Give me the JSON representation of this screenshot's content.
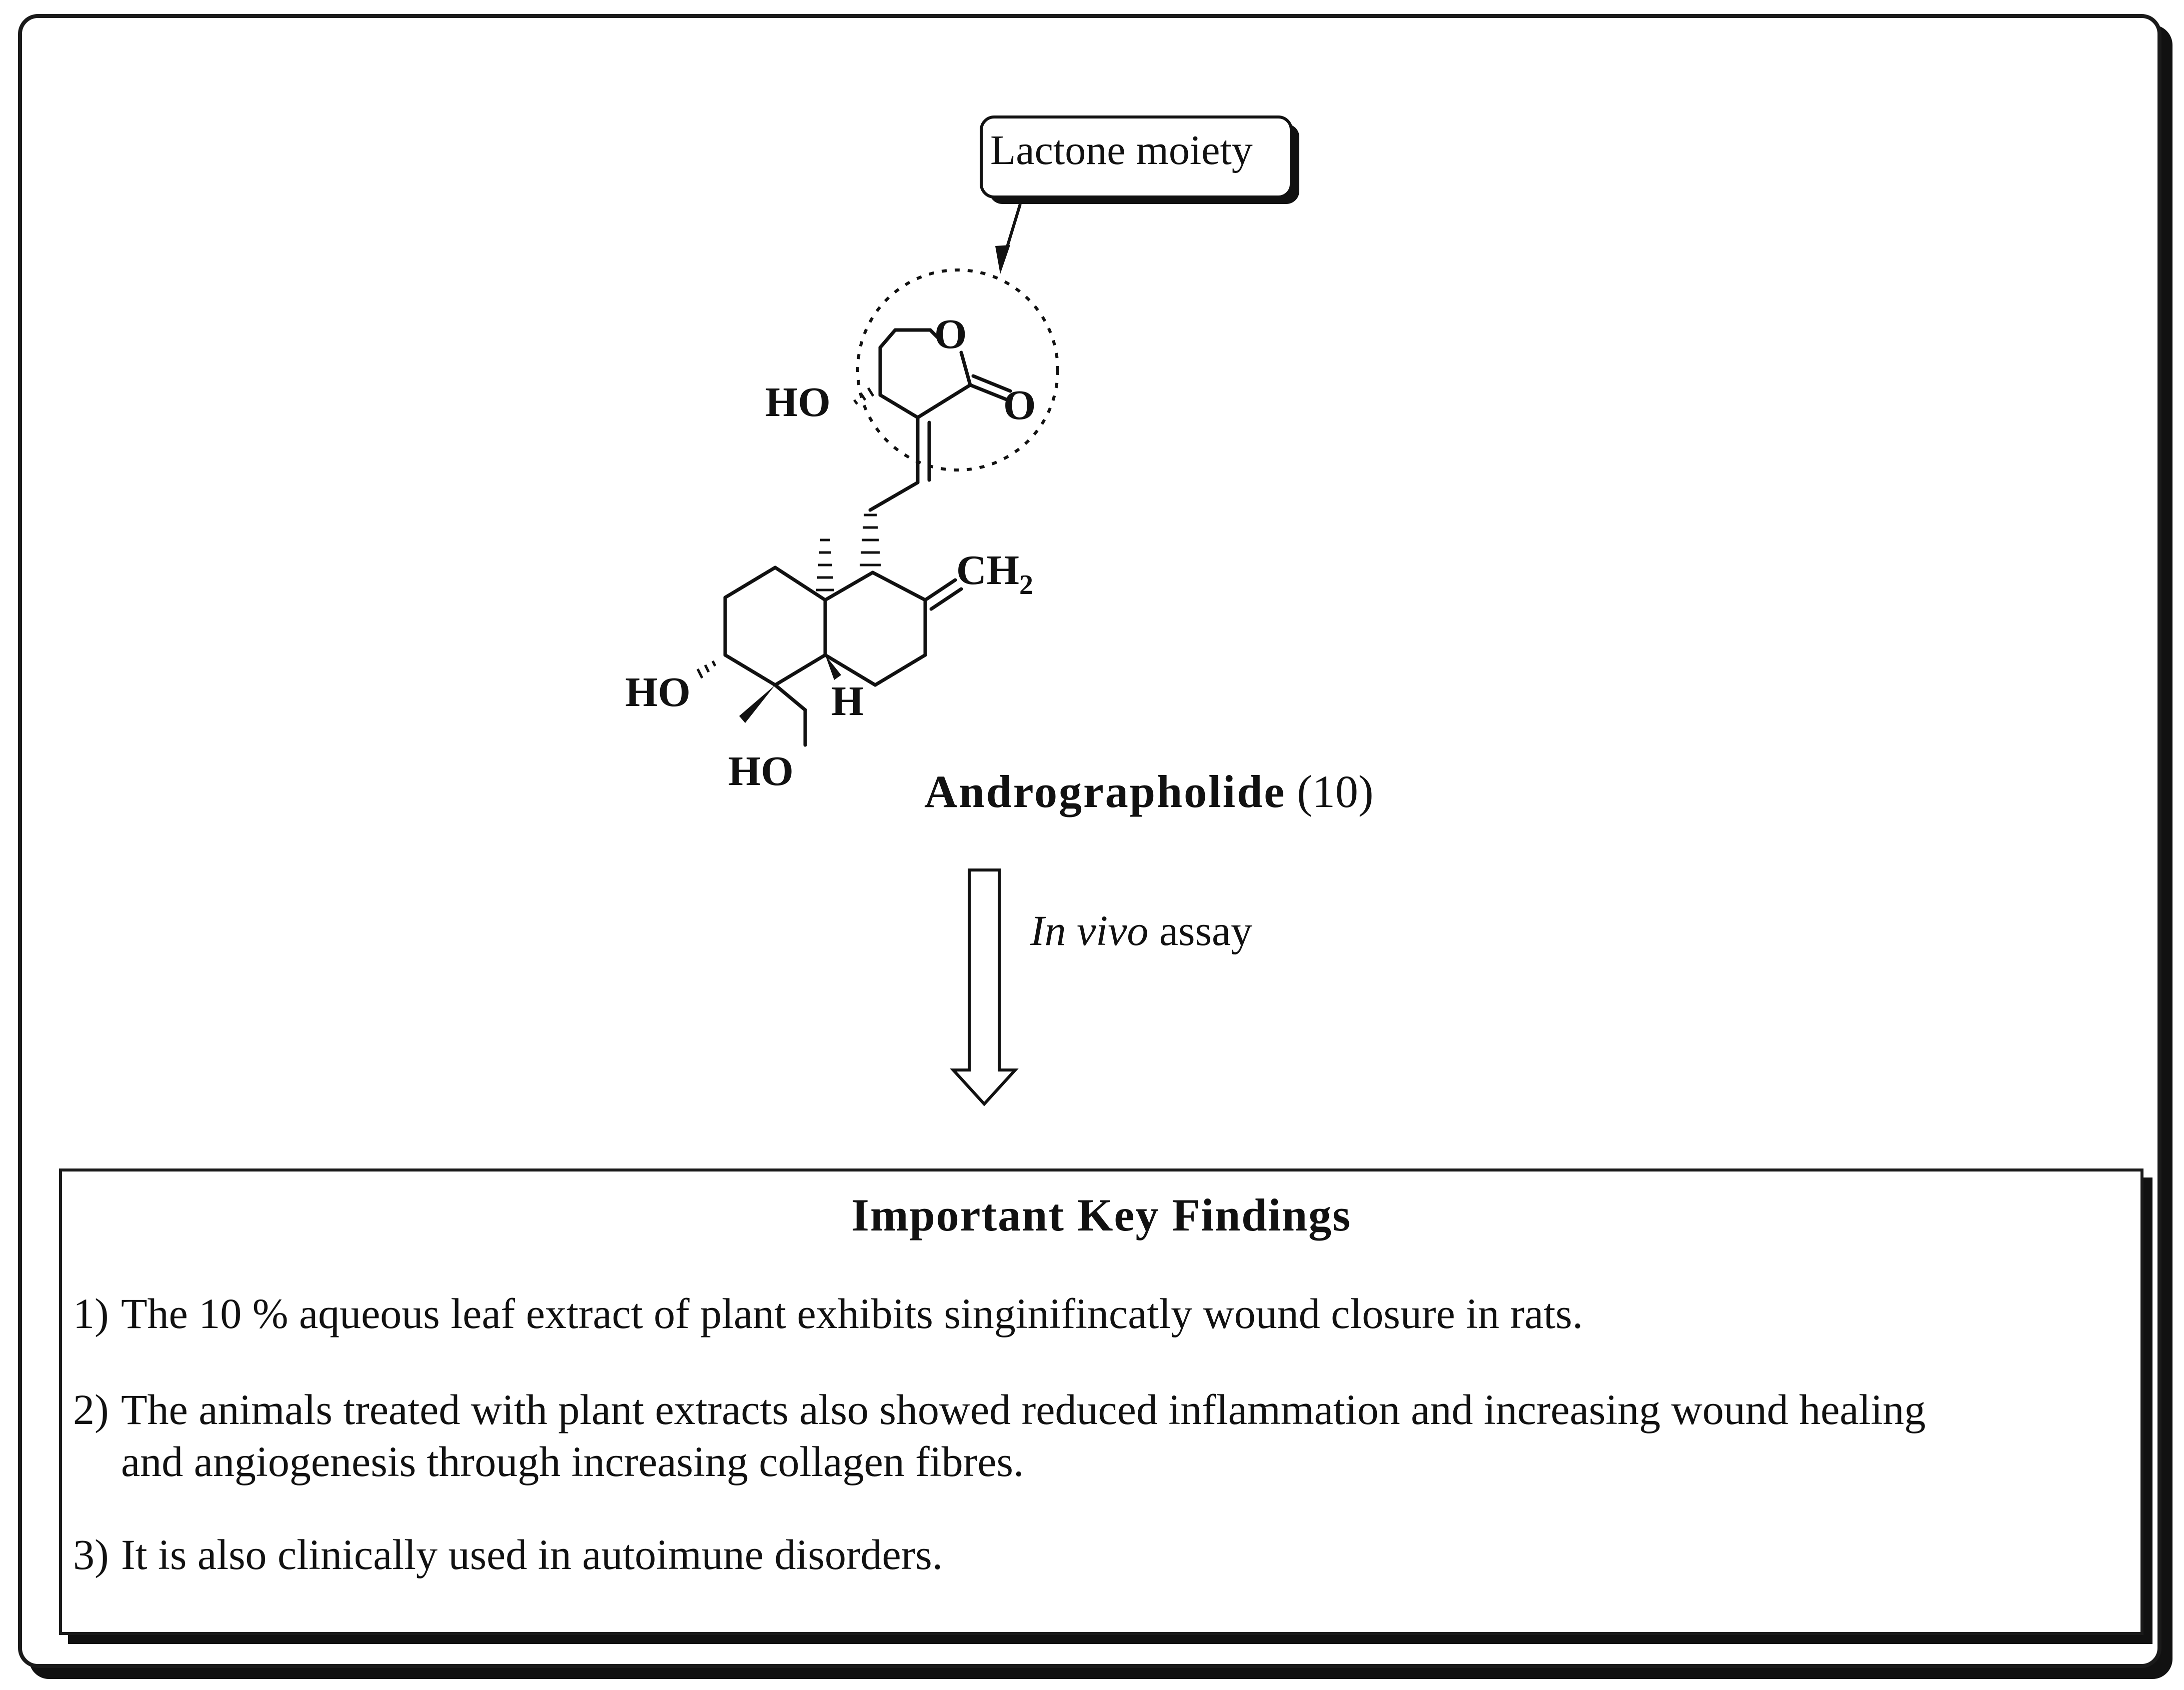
{
  "callout": {
    "label": "Lactone moiety"
  },
  "structure": {
    "atoms": {
      "ring_oxygen": "O",
      "carbonyl_oxygen": "O",
      "hydroxyl_top": "HO",
      "hydroxyl_c3": "HO",
      "hydroxyl_ch2oh": "HO",
      "hydrogen": "H",
      "methylene": "CH",
      "methylene_subscript": "2"
    },
    "compound_name": "Andrographolide",
    "compound_number": "(10)"
  },
  "arrow": {
    "label_italic": "In vivo",
    "label_rest": " assay"
  },
  "findings": {
    "title": "Important Key Findings",
    "items": [
      {
        "number": "1)",
        "text": "The 10 % aqueous leaf extract of plant exhibits singinifincatly wound closure in rats."
      },
      {
        "number": "2)",
        "text": "The animals treated with plant extracts also showed reduced inflammation and increasing wound healing",
        "continuation": "and angiogenesis through increasing collagen fibres."
      },
      {
        "number": "3)",
        "text": "It is also clinically used in autoimune disorders."
      }
    ]
  },
  "colors": {
    "line": "#111111",
    "background": "#ffffff"
  }
}
